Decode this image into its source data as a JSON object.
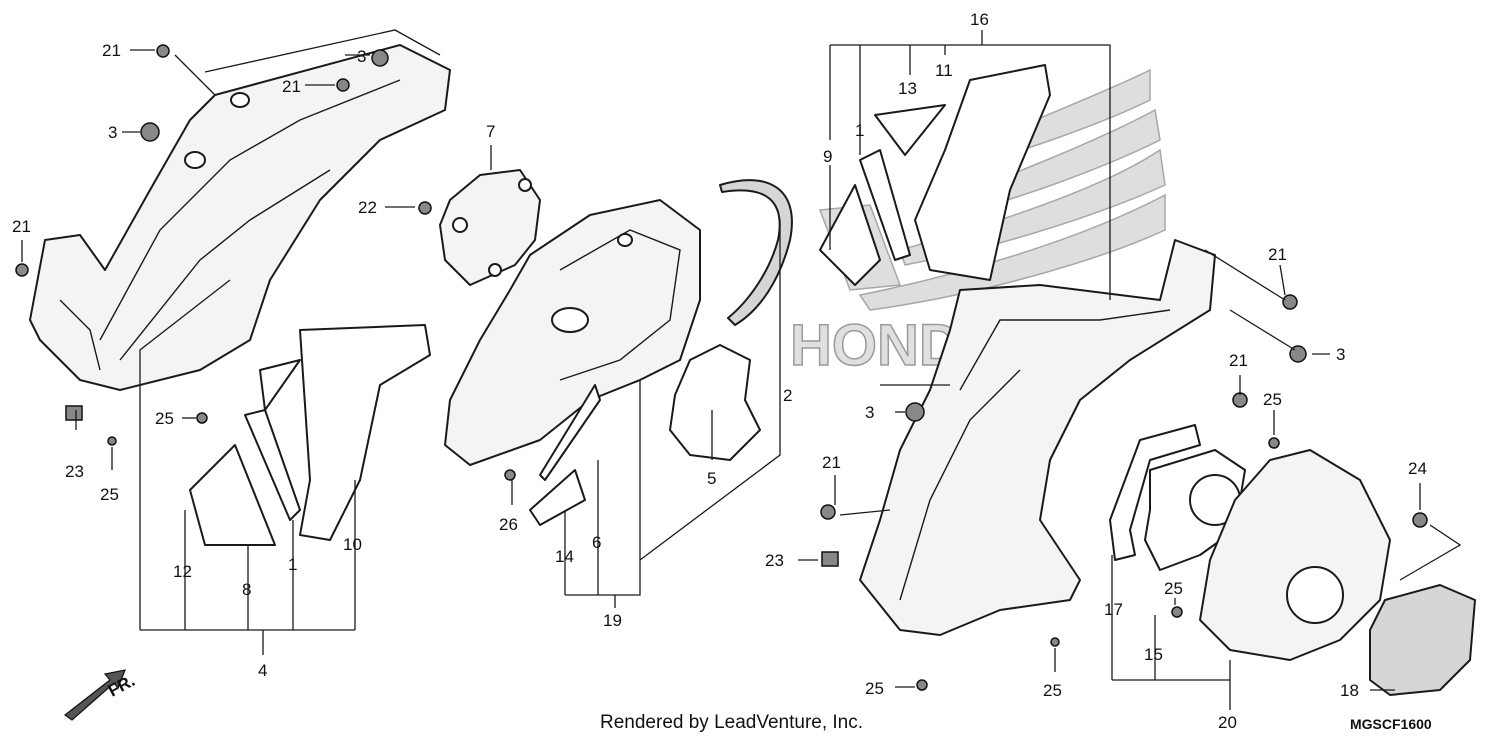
{
  "credit_text": "Rendered by LeadVenture, Inc.",
  "diagram_code": "MGSCF1600",
  "front_indicator": "FR.",
  "watermark": "HONDA",
  "callouts": [
    {
      "id": "c21a",
      "text": "21"
    },
    {
      "id": "c3a",
      "text": "3"
    },
    {
      "id": "c21b",
      "text": "21"
    },
    {
      "id": "c3b",
      "text": "3"
    },
    {
      "id": "c21c",
      "text": "21"
    },
    {
      "id": "c7",
      "text": "7"
    },
    {
      "id": "c22",
      "text": "22"
    },
    {
      "id": "c23a",
      "text": "23"
    },
    {
      "id": "c25a",
      "text": "25"
    },
    {
      "id": "c25b",
      "text": "25"
    },
    {
      "id": "c12",
      "text": "12"
    },
    {
      "id": "c8",
      "text": "8"
    },
    {
      "id": "c1a",
      "text": "1"
    },
    {
      "id": "c10",
      "text": "10"
    },
    {
      "id": "c4",
      "text": "4"
    },
    {
      "id": "c26",
      "text": "26"
    },
    {
      "id": "c14",
      "text": "14"
    },
    {
      "id": "c6",
      "text": "6"
    },
    {
      "id": "c19",
      "text": "19"
    },
    {
      "id": "c5",
      "text": "5"
    },
    {
      "id": "c2",
      "text": "2"
    },
    {
      "id": "c16",
      "text": "16"
    },
    {
      "id": "c13",
      "text": "13"
    },
    {
      "id": "c11",
      "text": "11"
    },
    {
      "id": "c9",
      "text": "9"
    },
    {
      "id": "c1b",
      "text": "1"
    },
    {
      "id": "c21d",
      "text": "21"
    },
    {
      "id": "c3c",
      "text": "3"
    },
    {
      "id": "c21e",
      "text": "21"
    },
    {
      "id": "c25c",
      "text": "25"
    },
    {
      "id": "c3d",
      "text": "3"
    },
    {
      "id": "c21f",
      "text": "21"
    },
    {
      "id": "c24",
      "text": "24"
    },
    {
      "id": "c23b",
      "text": "23"
    },
    {
      "id": "c17",
      "text": "17"
    },
    {
      "id": "c25d",
      "text": "25"
    },
    {
      "id": "c15",
      "text": "15"
    },
    {
      "id": "c25e",
      "text": "25"
    },
    {
      "id": "c25f",
      "text": "25"
    },
    {
      "id": "c20",
      "text": "20"
    },
    {
      "id": "c18",
      "text": "18"
    }
  ]
}
